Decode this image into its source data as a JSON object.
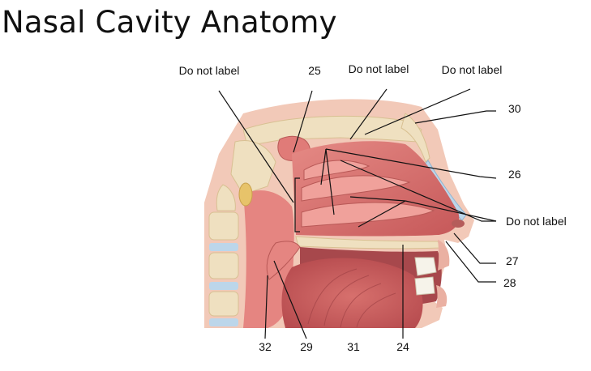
{
  "slide": {
    "title": "Nasal Cavity Anatomy"
  },
  "labels": {
    "do_not_label_top_left": "Do not label",
    "num_25": "25",
    "do_not_label_top_mid": "Do not label",
    "do_not_label_top_right": "Do not label",
    "num_30": "30",
    "num_26": "26",
    "do_not_label_right": "Do not label",
    "num_27": "27",
    "num_28": "28",
    "num_32": "32",
    "num_29": "29",
    "num_31": "31",
    "num_24": "24"
  },
  "colors": {
    "soft_tissue": "#d9726f",
    "muscle": "#c85a5c",
    "bone": "#efe0c0",
    "bone_edge": "#d8c092",
    "cartilage": "#bcd6ea",
    "skin": "#f2cfc1",
    "leader_line": "#111111"
  }
}
